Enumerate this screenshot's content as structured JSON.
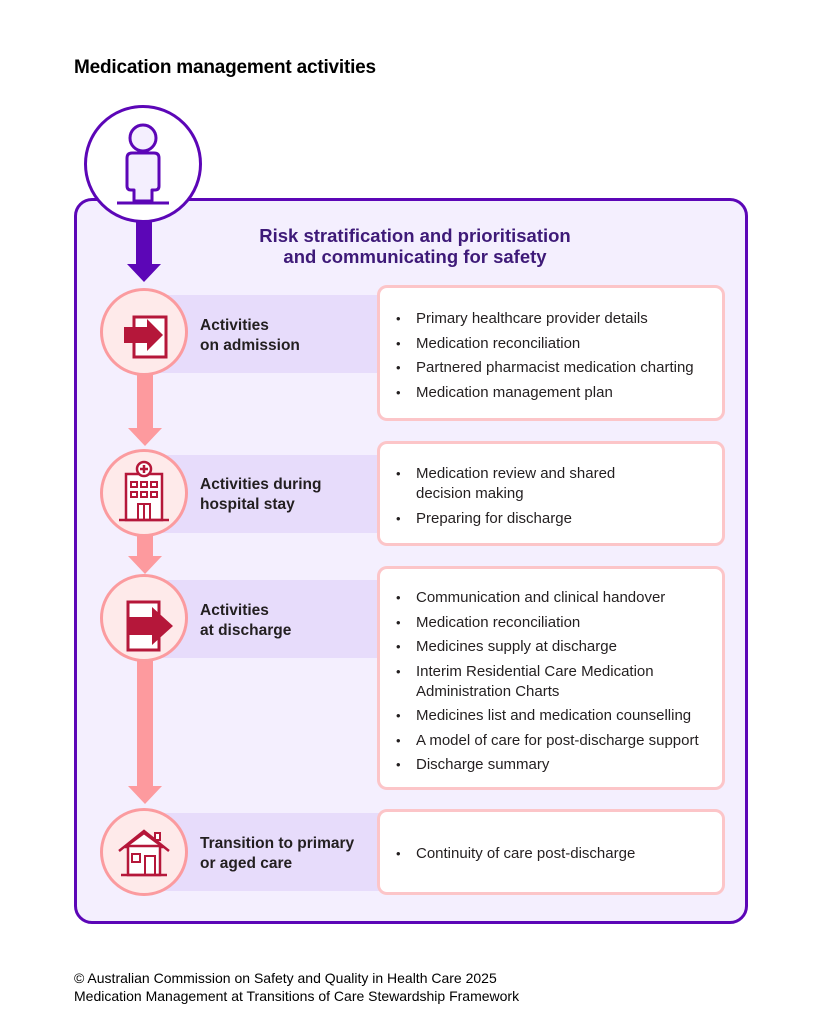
{
  "title": "Medication management activities",
  "frame": {
    "heading_line1": "Risk stratification and prioritisation",
    "heading_line2": "and communicating for safety"
  },
  "colors": {
    "frame_border": "#5c06b7",
    "frame_fill": "#f4effe",
    "heading_text": "#3e1a78",
    "band_fill": "#e7dcfb",
    "circle_border": "#fb9b9f",
    "circle_fill": "#feeaea",
    "icon_red": "#b5173a",
    "box_border": "#fcc5c8",
    "arrow_pink": "#fd9a9e"
  },
  "stages": [
    {
      "icon": "door-enter-icon",
      "label_line1": "Activities",
      "label_line2": "on admission",
      "items": [
        "Primary healthcare provider details",
        "Medication reconciliation",
        "Partnered pharmacist medication charting",
        "Medication management plan"
      ]
    },
    {
      "icon": "hospital-icon",
      "label_line1": "Activities during",
      "label_line2": "hospital stay",
      "items": [
        "Medication review and shared decision making",
        "Preparing for discharge"
      ]
    },
    {
      "icon": "door-exit-icon",
      "label_line1": "Activities",
      "label_line2": "at discharge",
      "items": [
        "Communication and clinical handover",
        "Medication reconciliation",
        "Medicines supply at discharge",
        "Interim Residential Care Medication Administration Charts",
        "Medicines list and medication counselling",
        "A model of care for post-discharge support",
        "Discharge summary"
      ]
    },
    {
      "icon": "house-icon",
      "label_line1": "Transition to primary",
      "label_line2": "or aged care",
      "items": [
        "Continuity of care post-discharge"
      ]
    }
  ],
  "footer": {
    "line1": "© Australian Commission on Safety and Quality in Health Care 2025",
    "line2": "Medication Management at Transitions of Care Stewardship Framework"
  }
}
